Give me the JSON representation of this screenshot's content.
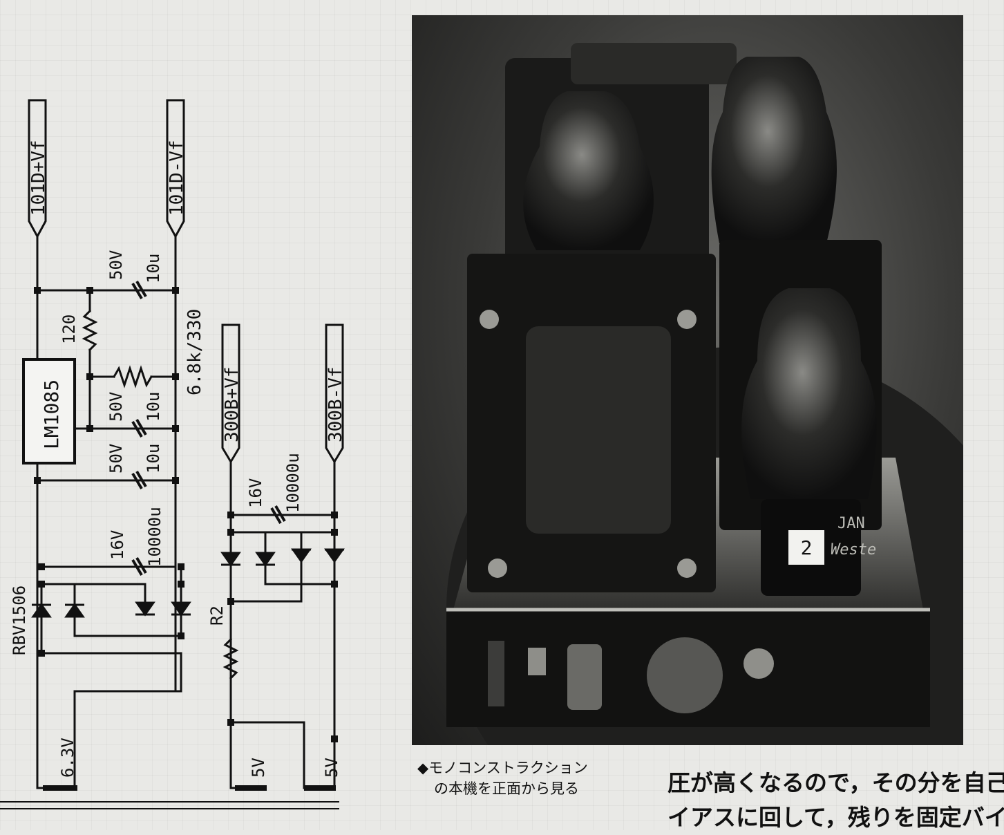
{
  "schematic": {
    "labels": {
      "n101d_plus": "101D+Vf",
      "n101d_minus": "101D-Vf",
      "n300b_plus": "300B+Vf",
      "n300b_minus": "300B-Vf",
      "regulator": "LM1085",
      "bridge": "RBV1506",
      "r120": "120",
      "r_div": "6.8k/330",
      "c1_v": "50V",
      "c1_c": "10u",
      "c2_v": "50V",
      "c2_c": "10u",
      "c3_v": "50V",
      "c3_c": "10u",
      "c4_v": "16V",
      "c4_c": "10000u",
      "c5_v": "16V",
      "c5_c": "10000u",
      "r2": "R2",
      "ac_63": "6.3V",
      "ac_5a": "5V",
      "ac_5b": "5V"
    }
  },
  "photo": {
    "tube_number": "2",
    "tube_brand": "JAN",
    "tube_brand2": "Weste"
  },
  "caption": {
    "line1": "◆モノコンストラクション",
    "line2": "の本機を正面から見る"
  },
  "body_text": {
    "line1": "圧が高くなるので，その分を自己バ",
    "line2": "イアスに回して，残りを固定バイア"
  }
}
